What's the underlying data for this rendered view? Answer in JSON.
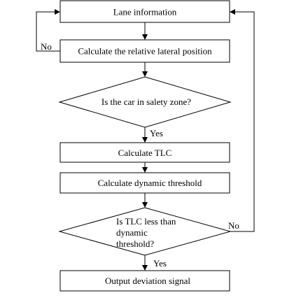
{
  "flowchart": {
    "nodes": {
      "lane_information": "Lane information",
      "calculate_position": "Calculate the relative lateral position",
      "safety_zone_question": "Is the car in salety zone?",
      "calculate_tlc": "Calculate TLC",
      "calculate_threshold": "Calculate dynamic threshold",
      "tlc_question_line1": "Is TLC less than",
      "tlc_question_line2": "dynamic",
      "tlc_question_line3": "threshold?",
      "output_signal": "Output deviation signal"
    },
    "edge_labels": {
      "safety_no": "No",
      "safety_yes": "Yes",
      "tlc_no": "No",
      "tlc_yes": "Yes"
    }
  }
}
